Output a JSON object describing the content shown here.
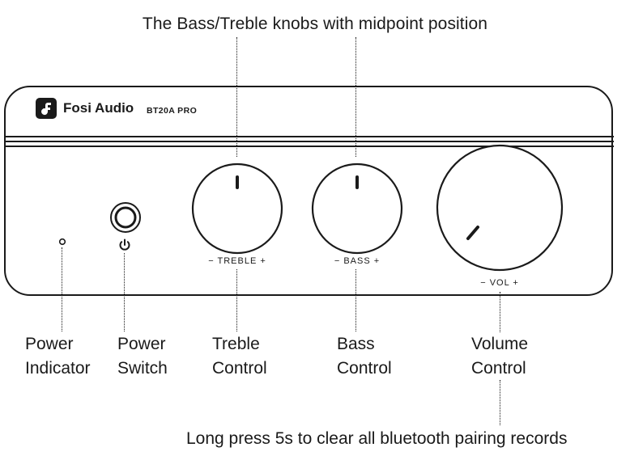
{
  "heading": "The Bass/Treble knobs with midpoint position",
  "footer": "Long press 5s to clear all bluetooth pairing records",
  "device": {
    "brand": "Fosi Audio",
    "model": "BT20A PRO",
    "logo_icon": "note-f-logo-icon",
    "power_symbol_icon": "power-symbol-icon"
  },
  "knobs": {
    "treble": "− TREBLE +",
    "bass": "− BASS +",
    "vol": "− VOL +"
  },
  "labels": {
    "power_indicator": [
      "Power",
      "Indicator"
    ],
    "power_switch": [
      "Power",
      "Switch"
    ],
    "treble_control": [
      "Treble",
      "Control"
    ],
    "bass_control": [
      "Bass",
      "Control"
    ],
    "volume_control": [
      "Volume",
      "Control"
    ]
  }
}
